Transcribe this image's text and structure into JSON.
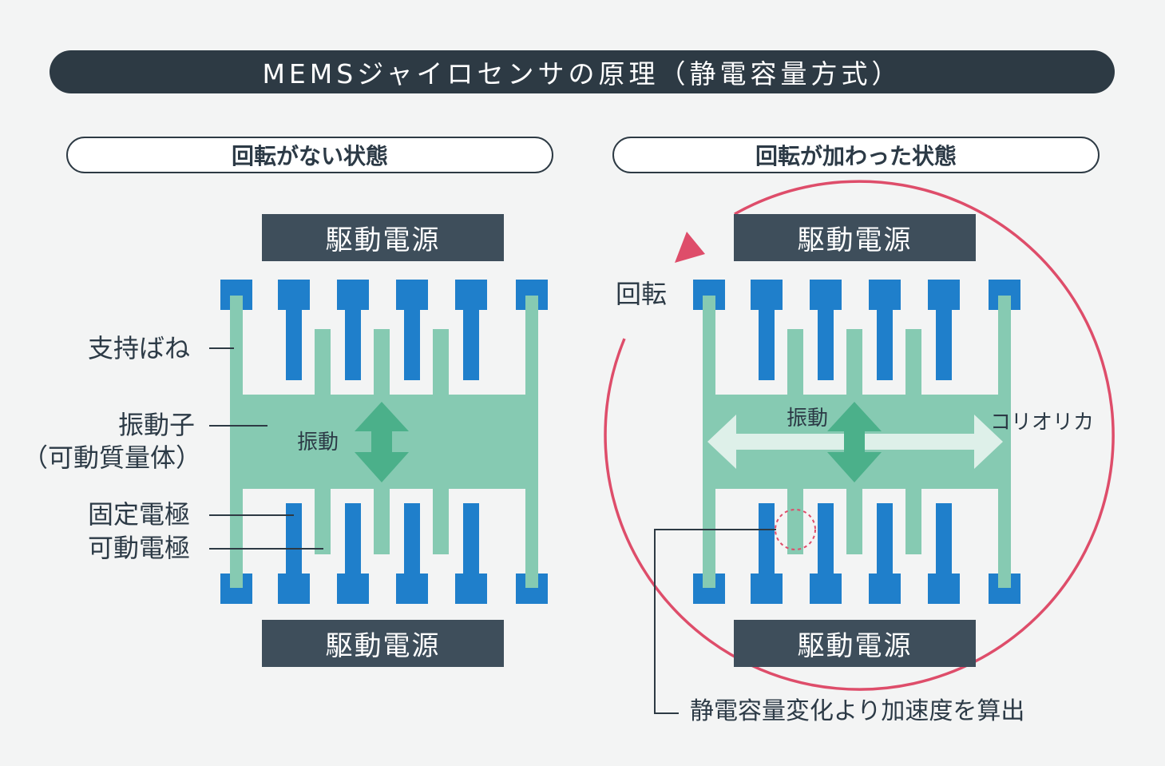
{
  "title": "MEMSジャイロセンサの原理（静電容量方式）",
  "left_panel": {
    "heading": "回転がない状態",
    "power_top": "駆動電源",
    "power_bottom": "駆動電源",
    "labels": {
      "support_spring": "支持ばね",
      "oscillator": "振動子",
      "movable_mass": "（可動質量体）",
      "fixed_electrode": "固定電極",
      "movable_electrode": "可動電極",
      "vibration": "振動"
    }
  },
  "right_panel": {
    "heading": "回転が加わった状態",
    "power_top": "駆動電源",
    "power_bottom": "駆動電源",
    "labels": {
      "rotation": "回転",
      "vibration": "振動",
      "coriolis": "コリオリカ",
      "calc": "静電容量変化より加速度を算出"
    }
  },
  "colors": {
    "dark": "#2d3a44",
    "power_box": "#3e4e5b",
    "electrode_blue": "#1f7fcb",
    "mass_green": "#86cab2",
    "arrow_green": "#4bb08a",
    "rotation_red": "#de4d6a",
    "background": "#f3f4f4"
  }
}
